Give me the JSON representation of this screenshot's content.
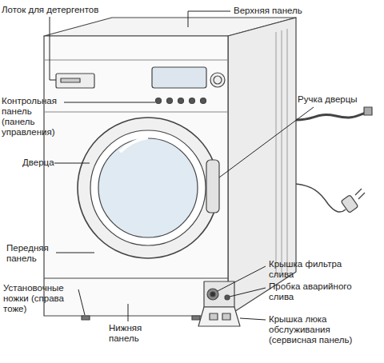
{
  "diagram": {
    "labels": [
      "Лоток для детергентов",
      "Верхняя панель",
      "Контрольная панель (панель управления)",
      "Ручка дверцы",
      "Дверца",
      "Передняя панель",
      "Крышка фильтра слива",
      "Установочные ножки (справа тоже)",
      "Пробка аварийного слива",
      "Нижняя панель",
      "Крышка люка обслуживания (сервисная панель)"
    ]
  }
}
